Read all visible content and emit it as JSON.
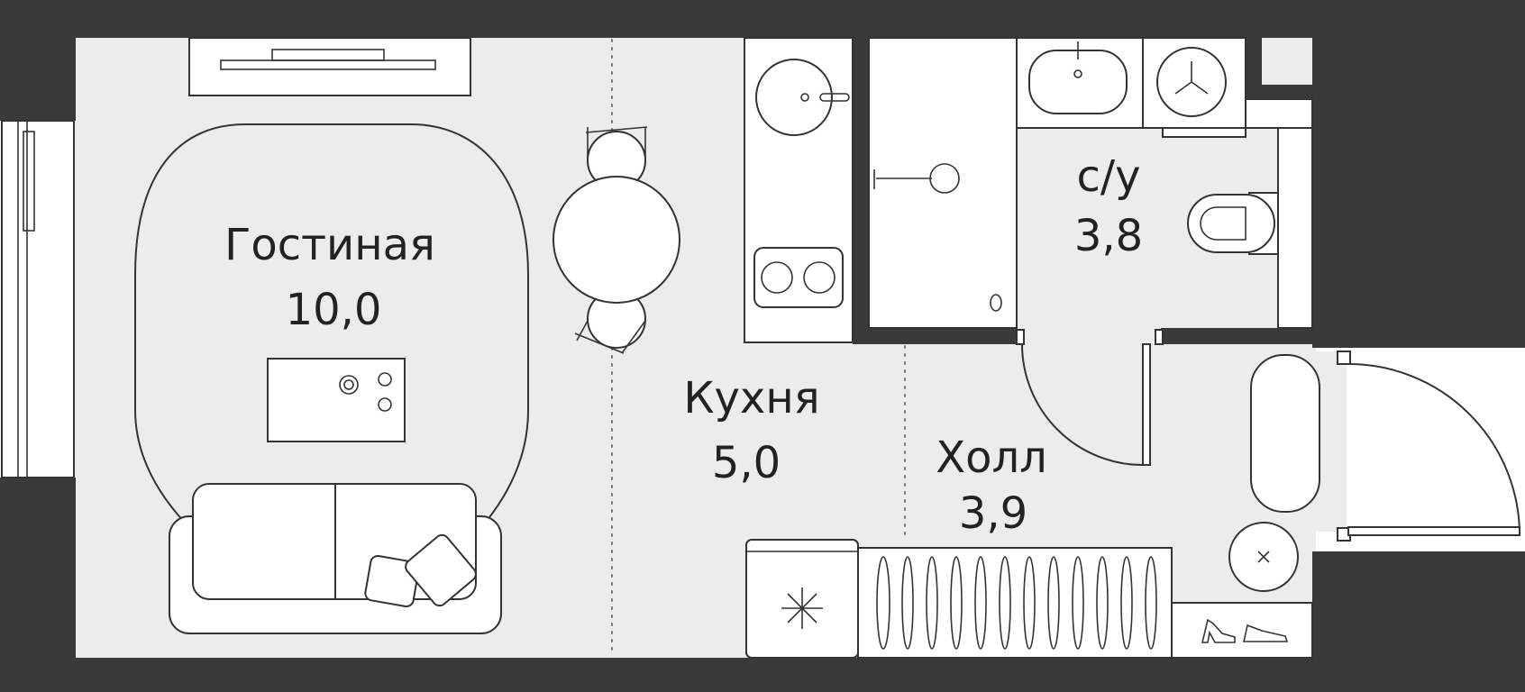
{
  "plan": {
    "rooms": [
      {
        "id": "living",
        "name": "Гостиная",
        "area": "10,0"
      },
      {
        "id": "kitchen",
        "name": "Кухня",
        "area": "5,0"
      },
      {
        "id": "hall",
        "name": "Холл",
        "area": "3,9"
      },
      {
        "id": "bathroom",
        "name": "с/у",
        "area": "3,8"
      }
    ],
    "colors": {
      "wall": "#3a3a3a",
      "floor": "#ececec",
      "line": "#333333",
      "furniture": "#ffffff",
      "text": "#222222"
    }
  }
}
